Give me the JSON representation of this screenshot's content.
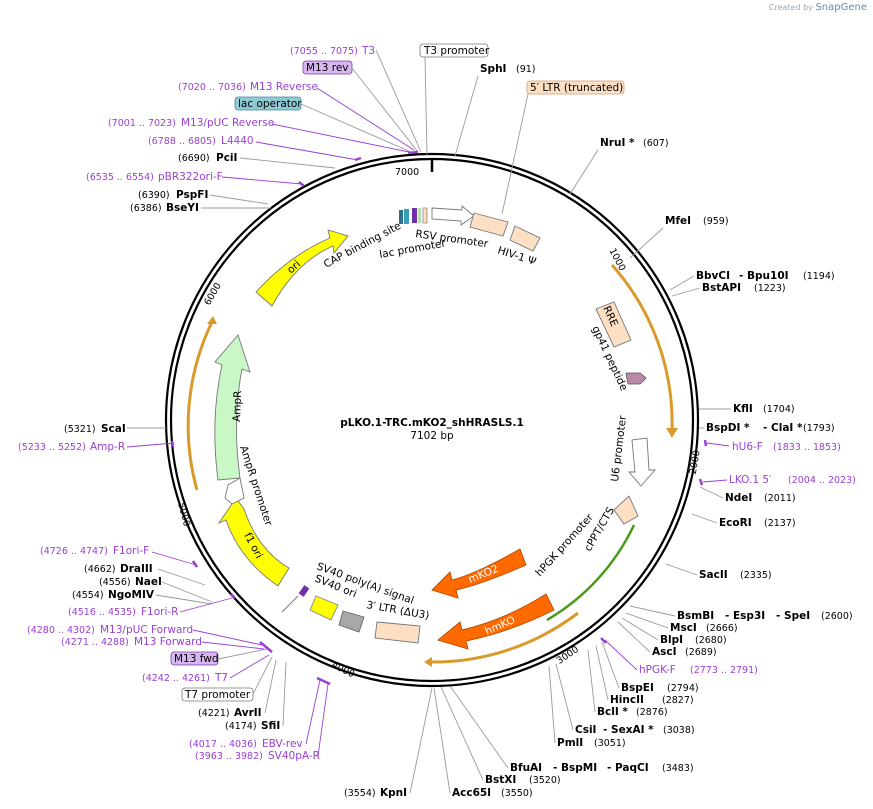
{
  "brand": {
    "created_by": "Created by",
    "app": "SnapGene"
  },
  "plasmid": {
    "name": "pLKO.1-TRC.mKO2_shHRASLS.1",
    "size": "7102 bp"
  },
  "ticks": [
    "1000",
    "2000",
    "3000",
    "4000",
    "5000",
    "6000",
    "7000"
  ],
  "features": {
    "cap": "CAP binding site",
    "lac_promoter": "lac promoter",
    "rsv": "RSV promoter",
    "hiv": "HIV-1 Ψ",
    "rre": "RRE",
    "gp41": "gp41 peptide",
    "u6": "U6 promoter",
    "cppt": "cPPT/CTS",
    "hpgk": "hPGK promoter",
    "mko2": "mKO2",
    "hmko": "hmKO",
    "sv40polya": "SV40 poly(A) signal",
    "sv40ori": "SV40 ori",
    "ltr3": "3′ LTR (ΔU3)",
    "f1ori": "f1 ori",
    "ampr_promoter": "AmpR promoter",
    "ampr": "AmpR",
    "ori": "ori"
  },
  "left_labels": [
    {
      "pos": "(7055 .. 7075)",
      "name": "T3",
      "kind": "primer"
    },
    {
      "pos": "",
      "name": "M13 rev",
      "kind": "box-purple"
    },
    {
      "pos": "(7020 .. 7036)",
      "name": "M13 Reverse",
      "kind": "primer"
    },
    {
      "pos": "",
      "name": "lac operator",
      "kind": "box-teal"
    },
    {
      "pos": "(7001 .. 7023)",
      "name": "M13/pUC Reverse",
      "kind": "primer"
    },
    {
      "pos": "(6788 .. 6805)",
      "name": "L4440",
      "kind": "primer"
    },
    {
      "pos": "(6690)",
      "name": "PciI",
      "kind": "enzyme"
    },
    {
      "pos": "(6535 .. 6554)",
      "name": "pBR322ori-F",
      "kind": "primer"
    },
    {
      "pos": "(6390)",
      "name": "PspFI",
      "kind": "enzyme"
    },
    {
      "pos": "(6386)",
      "name": "BseYI",
      "kind": "enzyme"
    },
    {
      "pos": "(5321)",
      "name": "ScaI",
      "kind": "enzyme"
    },
    {
      "pos": "(5233 .. 5252)",
      "name": "Amp-R",
      "kind": "primer"
    },
    {
      "pos": "(4726 .. 4747)",
      "name": "F1ori-F",
      "kind": "primer"
    },
    {
      "pos": "(4662)",
      "name": "DraIII",
      "kind": "enzyme"
    },
    {
      "pos": "(4556)",
      "name": "NaeI",
      "kind": "enzyme"
    },
    {
      "pos": "(4554)",
      "name": "NgoMIV",
      "kind": "enzyme"
    },
    {
      "pos": "(4516 .. 4535)",
      "name": "F1ori-R",
      "kind": "primer"
    },
    {
      "pos": "(4280 .. 4302)",
      "name": "M13/pUC Forward",
      "kind": "primer"
    },
    {
      "pos": "(4271 .. 4288)",
      "name": "M13 Forward",
      "kind": "primer"
    },
    {
      "pos": "",
      "name": "M13 fwd",
      "kind": "box-purple"
    },
    {
      "pos": "(4242 .. 4261)",
      "name": "T7",
      "kind": "primer"
    },
    {
      "pos": "",
      "name": "T7 promoter",
      "kind": "box-white"
    },
    {
      "pos": "(4221)",
      "name": "AvrII",
      "kind": "enzyme"
    },
    {
      "pos": "(4174)",
      "name": "SfiI",
      "kind": "enzyme"
    },
    {
      "pos": "(4017 .. 4036)",
      "name": "EBV-rev",
      "kind": "primer"
    },
    {
      "pos": "(3963 .. 3982)",
      "name": "SV40pA-R",
      "kind": "primer"
    }
  ],
  "top_labels": [
    {
      "name": "T3 promoter",
      "kind": "box-white"
    },
    {
      "name": "SphI",
      "pos": "(91)",
      "kind": "enzyme"
    },
    {
      "name": "5′ LTR (truncated)",
      "kind": "box-orange"
    }
  ],
  "right_labels": [
    {
      "name": "NruI *",
      "pos": "(607)",
      "kind": "enzyme"
    },
    {
      "name": "MfeI",
      "pos": "(959)",
      "kind": "enzyme"
    },
    {
      "name": "BbvCI",
      "name2": "- Bpu10I",
      "pos": "(1194)",
      "kind": "enzyme"
    },
    {
      "name": "BstAPI",
      "pos": "(1223)",
      "kind": "enzyme"
    },
    {
      "name": "KflI",
      "pos": "(1704)",
      "kind": "enzyme"
    },
    {
      "name": "BspDI *",
      "name2": "- ClaI *",
      "pos": "(1793)",
      "kind": "enzyme"
    },
    {
      "name": "hU6-F",
      "pos": "(1833 .. 1853)",
      "kind": "primer"
    },
    {
      "name": "LKO.1 5′",
      "pos": "(2004 .. 2023)",
      "kind": "primer"
    },
    {
      "name": "NdeI",
      "pos": "(2011)",
      "kind": "enzyme"
    },
    {
      "name": "EcoRI",
      "pos": "(2137)",
      "kind": "enzyme"
    },
    {
      "name": "SacII",
      "pos": "(2335)",
      "kind": "enzyme"
    },
    {
      "name": "BsmBI",
      "name2": "- Esp3I",
      "name3": "- SpeI",
      "pos": "(2600)",
      "kind": "enzyme"
    },
    {
      "name": "MscI",
      "pos": "(2666)",
      "kind": "enzyme"
    },
    {
      "name": "BlpI",
      "pos": "(2680)",
      "kind": "enzyme"
    },
    {
      "name": "AscI",
      "pos": "(2689)",
      "kind": "enzyme"
    },
    {
      "name": "hPGK-F",
      "pos": "(2773 .. 2791)",
      "kind": "primer"
    },
    {
      "name": "BspEI",
      "pos": "(2794)",
      "kind": "enzyme"
    },
    {
      "name": "HincII",
      "pos": "(2827)",
      "kind": "enzyme"
    },
    {
      "name": "BclI *",
      "pos": "(2876)",
      "kind": "enzyme"
    },
    {
      "name": "CsiI",
      "name2": "- SexAI *",
      "pos": "(3038)",
      "kind": "enzyme"
    },
    {
      "name": "PmlI",
      "pos": "(3051)",
      "kind": "enzyme"
    }
  ],
  "bottom_labels": [
    {
      "name": "BfuAI",
      "name2": "- BspMI",
      "name3": "- PaqCI",
      "pos": "(3483)",
      "kind": "enzyme"
    },
    {
      "name": "BstXI",
      "pos": "(3520)",
      "kind": "enzyme"
    },
    {
      "name": "Acc65I",
      "pos": "(3550)",
      "kind": "enzyme"
    },
    {
      "name": "KpnI",
      "pos": "(3554)",
      "kind": "enzyme"
    }
  ],
  "colors": {
    "backbone": "#000000",
    "primer": "#9a3fd4",
    "orf_yellow": "#ffff00",
    "orf_orange": "#ff6a00",
    "promoter_white": "#ffffff",
    "ltr_peach": "#fde0c4",
    "ampr_green": "#c9f7c6",
    "gp41_mauve": "#b98aa8",
    "sv40_gray": "#a8a8a8",
    "lac_teal": "#8ec9d4",
    "outer_orange_arc": "#d99a2b",
    "green_arc": "#4a9a18"
  }
}
